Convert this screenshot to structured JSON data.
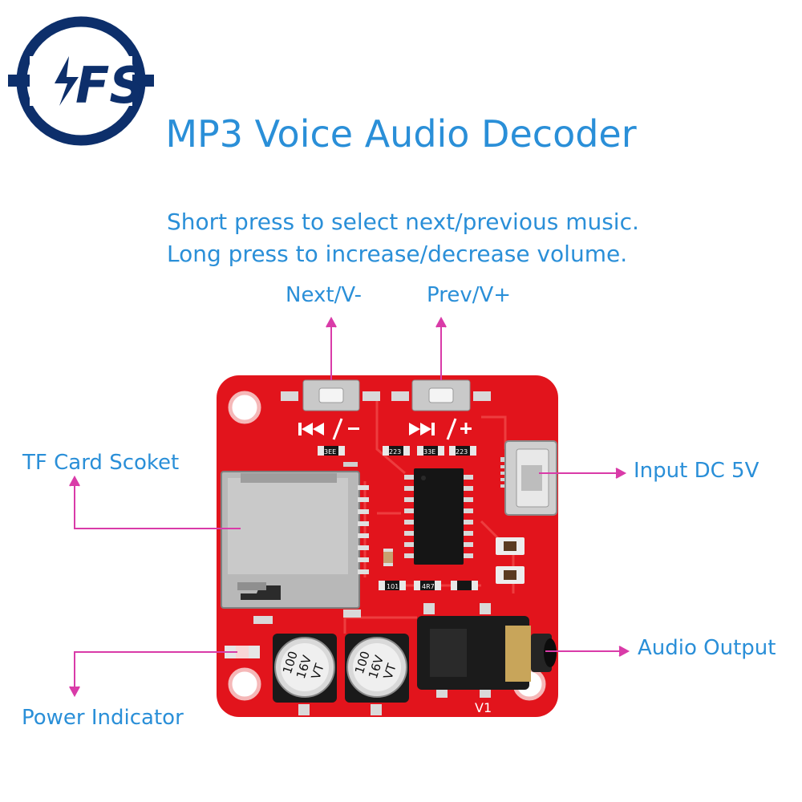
{
  "logo": {
    "text": "FS",
    "colors": {
      "navy": "#0d2f6b"
    }
  },
  "title": "MP3 Voice Audio Decoder",
  "instructions": [
    "Short press to select next/previous music.",
    "Long press to increase/decrease volume."
  ],
  "labels": {
    "next_button": "Next/V-",
    "prev_button": "Prev/V+",
    "tf_card": "TF Card Scoket",
    "input_dc": "Input DC 5V",
    "audio_output": "Audio Output",
    "power_indicator": "Power Indicator"
  },
  "board": {
    "version": "V1",
    "capacitor_1": {
      "line1": "100",
      "line2": "16V",
      "line3": "VT"
    },
    "capacitor_2": {
      "line1": "100",
      "line2": "16V",
      "line3": "VT"
    },
    "resistor_codes": [
      "3EE",
      "223",
      "33E",
      "223",
      "101",
      "4R7"
    ]
  },
  "colors": {
    "label_text": "#2a8fd8",
    "arrow": "#d93ba8",
    "pcb": "#e2141c",
    "silk": "#ffffff"
  }
}
